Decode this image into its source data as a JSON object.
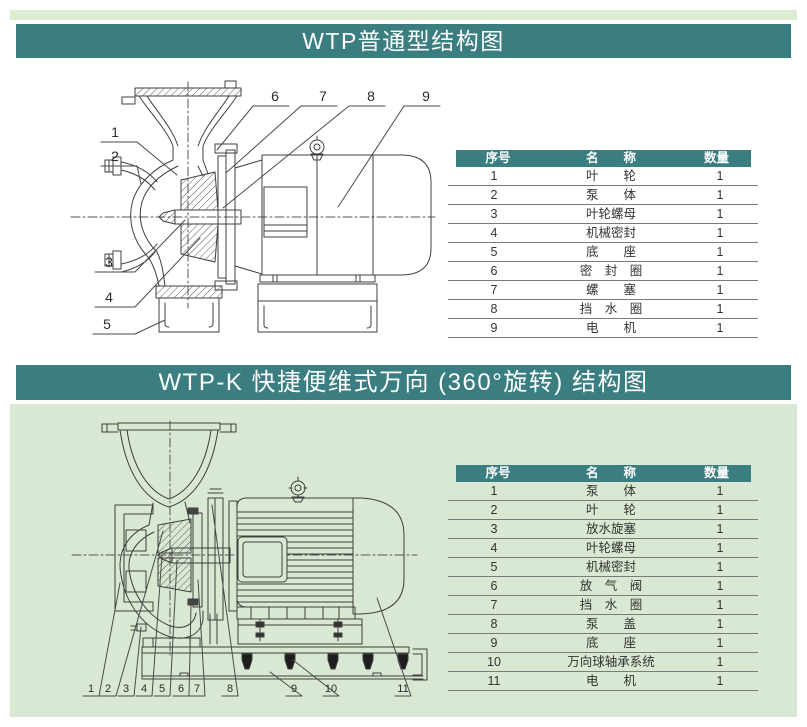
{
  "page": {
    "background": "#ffffff",
    "accent_teal": "#3a7e82",
    "strip_green": "#dcecd3",
    "panel_green": "#d9e8d2",
    "line_color": "#3f3f3f"
  },
  "section1": {
    "title": "WTP普通型结构图",
    "callouts": [
      "1",
      "2",
      "3",
      "4",
      "5",
      "6",
      "7",
      "8",
      "9"
    ],
    "table": {
      "headers": [
        "序号",
        "名　　称",
        "数量"
      ],
      "rows": [
        [
          "1",
          "叶　　轮",
          "1"
        ],
        [
          "2",
          "泵　　体",
          "1"
        ],
        [
          "3",
          "叶轮螺母",
          "1"
        ],
        [
          "4",
          "机械密封",
          "1"
        ],
        [
          "5",
          "底　　座",
          "1"
        ],
        [
          "6",
          "密　封　圈",
          "1"
        ],
        [
          "7",
          "螺　　塞",
          "1"
        ],
        [
          "8",
          "挡　水　圈",
          "1"
        ],
        [
          "9",
          "电　　机",
          "1"
        ]
      ]
    }
  },
  "section2": {
    "title": "WTP-K 快捷便维式万向 (360°旋转) 结构图",
    "callouts": [
      "1",
      "2",
      "3",
      "4",
      "5",
      "6",
      "7",
      "8",
      "9",
      "10",
      "11"
    ],
    "table": {
      "headers": [
        "序号",
        "名　　称",
        "数量"
      ],
      "rows": [
        [
          "1",
          "泵　　体",
          "1"
        ],
        [
          "2",
          "叶　　轮",
          "1"
        ],
        [
          "3",
          "放水旋塞",
          "1"
        ],
        [
          "4",
          "叶轮螺母",
          "1"
        ],
        [
          "5",
          "机械密封",
          "1"
        ],
        [
          "6",
          "放　气　阀",
          "1"
        ],
        [
          "7",
          "挡　水　圈",
          "1"
        ],
        [
          "8",
          "泵　　盖",
          "1"
        ],
        [
          "9",
          "底　　座",
          "1"
        ],
        [
          "10",
          "万向球轴承系统",
          "1"
        ],
        [
          "11",
          "电　　机",
          "1"
        ]
      ]
    }
  }
}
